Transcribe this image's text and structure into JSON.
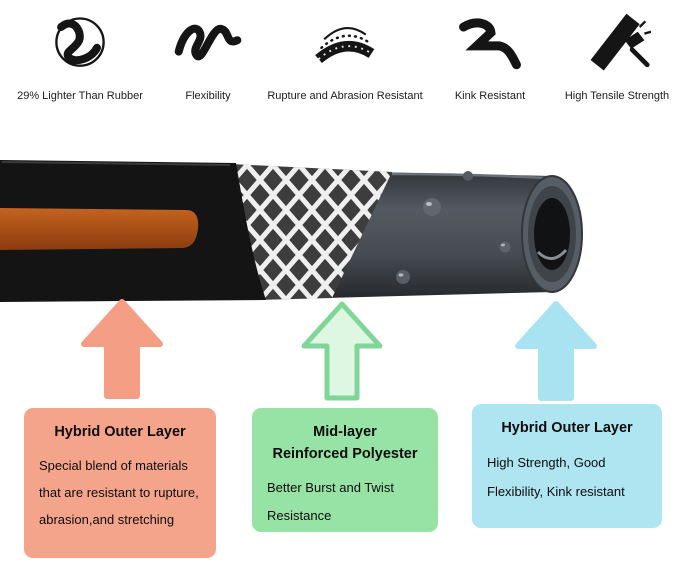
{
  "features": [
    {
      "label": "29% Lighter Than Rubber",
      "icon": "lighter-than-rubber-icon"
    },
    {
      "label": "Flexibility",
      "icon": "flexibility-icon"
    },
    {
      "label": "Rupture and Abrasion Resistant",
      "icon": "abrasion-resistant-icon"
    },
    {
      "label": "Kink Resistant",
      "icon": "kink-resistant-icon"
    },
    {
      "label": "High Tensile Strength",
      "icon": "tensile-strength-icon"
    }
  ],
  "callouts": [
    {
      "title_lines": [
        "Hybrid Outer Layer"
      ],
      "body_lines": [
        "Special blend of materials",
        "that are resistant to rupture,",
        "abrasion,and stretching"
      ],
      "accent": "#f5a48c"
    },
    {
      "title_lines": [
        "Mid-layer",
        "Reinforced Polyester"
      ],
      "body_lines": [
        "Better Burst and Twist",
        "Resistance"
      ],
      "accent": "#97e2a5"
    },
    {
      "title_lines": [
        "Hybrid Outer Layer"
      ],
      "body_lines": [
        "High Strength, Good",
        "Flexibility, Kink resistant"
      ],
      "accent": "#aee5f1"
    }
  ],
  "colors": {
    "outer_layer_callout": "#f5a48c",
    "mid_layer_callout": "#97e2a5",
    "inner_layer_callout": "#aee5f1",
    "hose_stripe": "#b4581c",
    "hose_mesh": "#efefef",
    "hose_body": "#141414"
  }
}
